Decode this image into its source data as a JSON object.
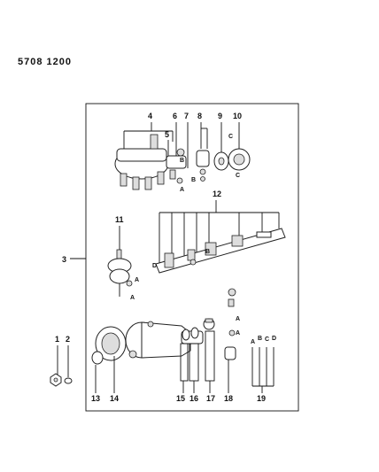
{
  "doc_code": "5708 1200",
  "callouts": {
    "n1": "1",
    "n2": "2",
    "n3": "3",
    "n4": "4",
    "n5": "5",
    "n6": "6",
    "n7": "7",
    "n8": "8",
    "n9": "9",
    "n10": "10",
    "n11": "11",
    "n12": "12",
    "n13": "13",
    "n14": "14",
    "n15": "15",
    "n16": "16",
    "n17": "17",
    "n18": "18",
    "n19": "19"
  },
  "letters": {
    "a": "A",
    "b": "B",
    "c": "C",
    "d": "D"
  }
}
